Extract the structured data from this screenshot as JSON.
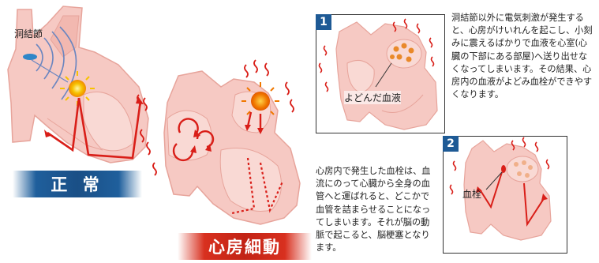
{
  "normal": {
    "node_label": "洞結節",
    "banner": "正 常"
  },
  "afib": {
    "banner": "心房細動"
  },
  "panel1": {
    "number": "1",
    "callout": "よどんだ血液",
    "description": "洞結節以外に電気刺激が発生すると、心房がけいれんを起こし、小刻みに震えるばかりで血液を心室(心臓の下部にある部屋)へ送り出せなくなってしまいます。その結果、心房内の血液がよどみ血栓ができやすくなります。"
  },
  "panel2": {
    "number": "2",
    "callout": "血栓"
  },
  "bottom_text": "心房内で発生した血栓は、血流にのって心臓から全身の血管へと運ばれると、どこかで血管を詰まらせることになってしまいます。それが脳の動脈で起こると、脳梗塞となります。",
  "colors": {
    "heart_fill": "#f6c9c3",
    "heart_stroke": "#e7a49b",
    "arrow_red": "#d91e18",
    "spark": "#f4a300",
    "banner_blue": "#1a4f86",
    "banner_red": "#c22315",
    "panel_num": "#1e5a95"
  }
}
